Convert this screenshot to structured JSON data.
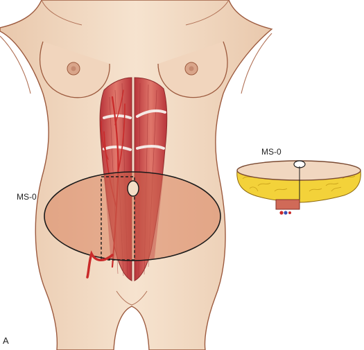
{
  "labels": {
    "flap_zone_left": "MS-0",
    "flap_zone_right": "MS-0",
    "panel": "A"
  },
  "colors": {
    "skin": "#f3ddc6",
    "skin_outline": "#9c5a3e",
    "flap_overlay": "#d9815d",
    "muscle": "#c8433f",
    "muscle_light": "#e27a6d",
    "vessel": "#c92a2a",
    "fat": "#f3d23a",
    "ellipse_outline": "#1a1a1a"
  }
}
